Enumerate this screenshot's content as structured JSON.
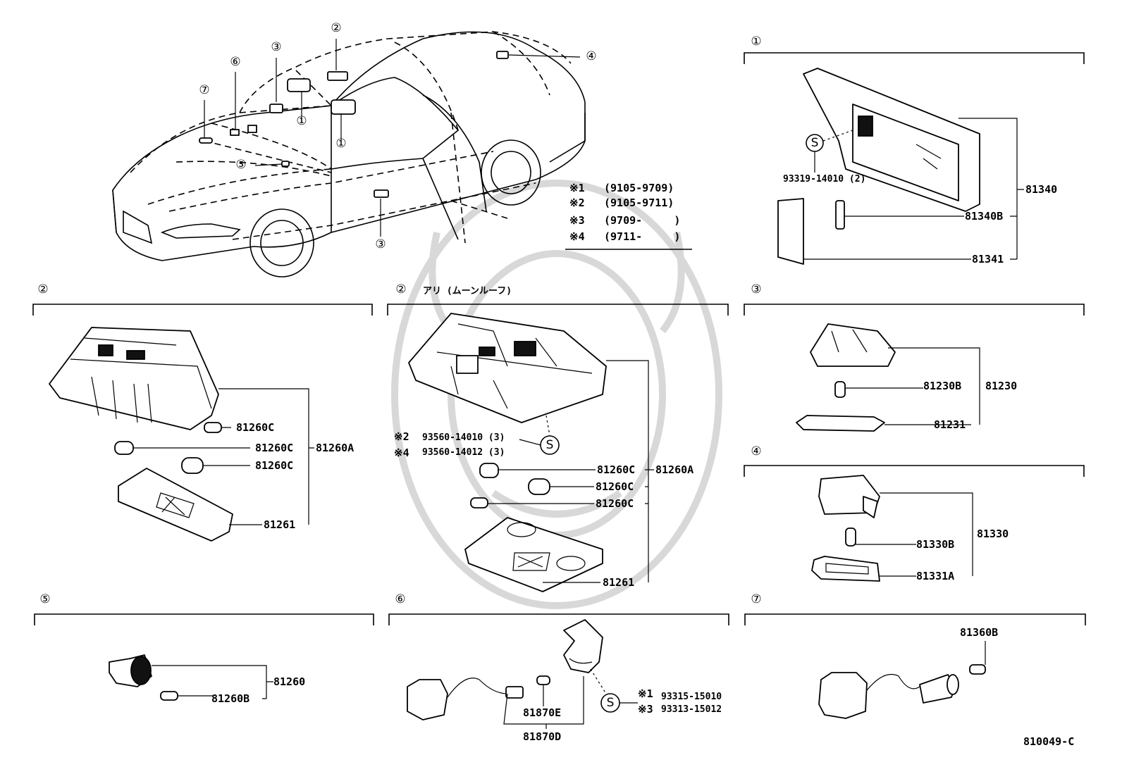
{
  "diagram_code": "810049-C",
  "section_markers": {
    "s1": "①",
    "s2": "②",
    "s3": "③",
    "s4": "④",
    "s5": "⑤",
    "s6": "⑥",
    "s7": "⑦"
  },
  "moonroof_note": "アリ (ムーンルーフ)",
  "date_notes": [
    {
      "mark": "※1",
      "range": "(9105-9709)"
    },
    {
      "mark": "※2",
      "range": "(9105-9711)"
    },
    {
      "mark": "※3",
      "range": "(9709-     )"
    },
    {
      "mark": "※4",
      "range": "(9711-     )"
    }
  ],
  "section1": {
    "screw_symbol": "S",
    "screw": "93319-14010 (2)",
    "p1": "81340",
    "p2": "81340B",
    "p3": "81341"
  },
  "section2a": {
    "p1": "81260C",
    "p2": "81260C",
    "p3": "81260C",
    "group": "81260A",
    "lens": "81261"
  },
  "section2b": {
    "s2_mark": "※2",
    "s2_part": "93560-14010 (3)",
    "s4_mark": "※4",
    "s4_part": "93560-14012 (3)",
    "screw_symbol": "S",
    "p1": "81260C",
    "p2": "81260C",
    "p3": "81260C",
    "group": "81260A",
    "lens": "81261"
  },
  "section3": {
    "bulb": "81230B",
    "group": "81230",
    "lens": "81231"
  },
  "section4": {
    "bulb": "81330B",
    "group": "81330",
    "lens": "81331A"
  },
  "section5": {
    "group": "81260",
    "bulb": "81260B"
  },
  "section6": {
    "bulb": "81870E",
    "group": "81870D",
    "screw_symbol": "S",
    "s1_mark": "※1",
    "s1_part": "93315-15010",
    "s3_mark": "※3",
    "s3_part": "93313-15012"
  },
  "section7": {
    "bulb": "81360B"
  }
}
